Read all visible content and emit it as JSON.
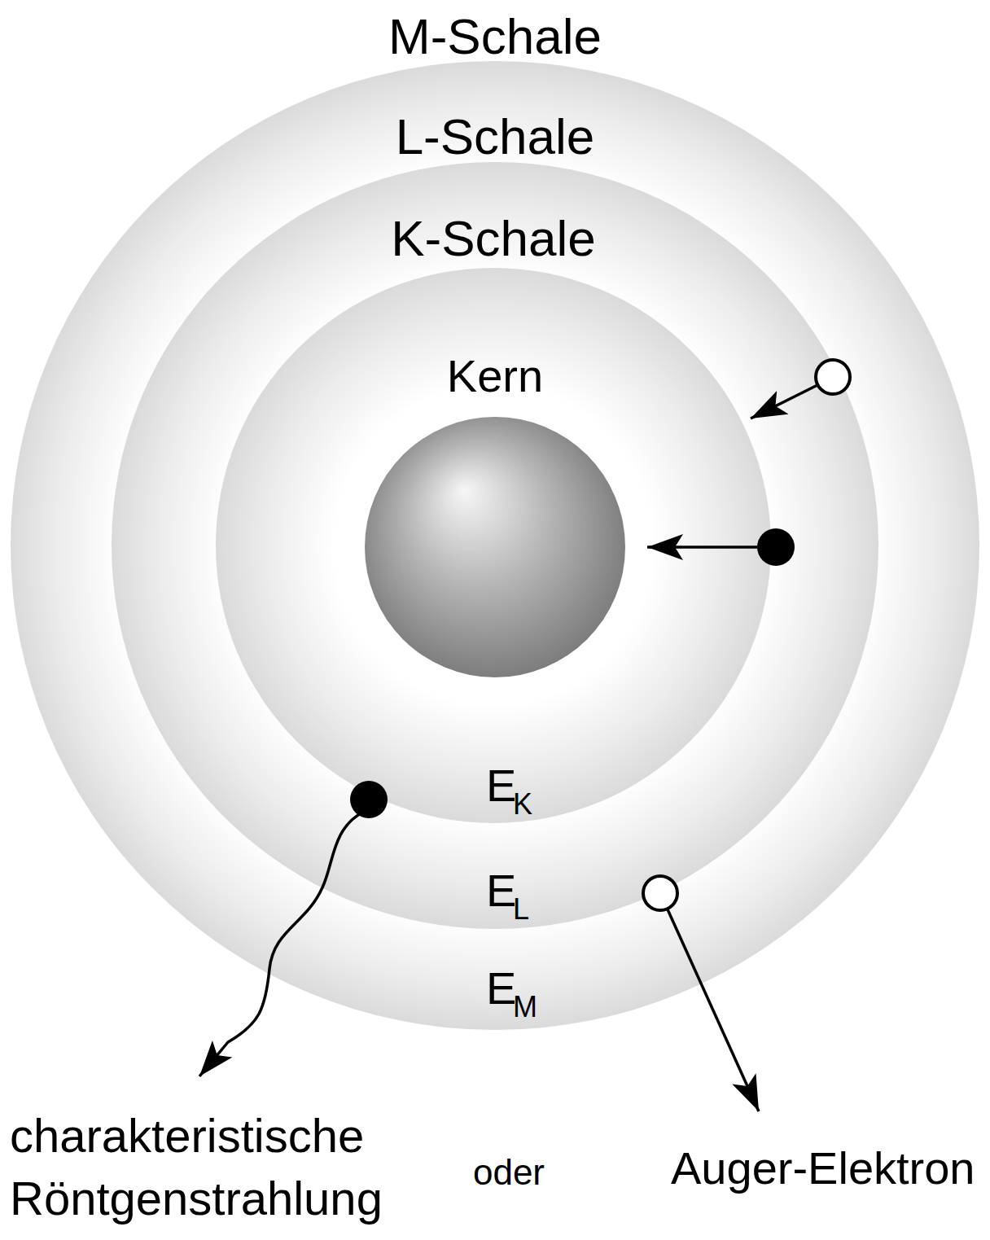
{
  "diagram": {
    "nodes": [
      {
        "text": [
          "M-Schale"
        ]
      },
      {
        "text": [
          "L-Schale"
        ],
        "in": 0
      },
      {
        "text": [
          "K-Schale"
        ],
        "in": 1
      },
      {
        "text": [
          "Kern"
        ],
        "in": 2
      }
    ],
    "labels": [
      "E",
      "K",
      "E",
      "L",
      "E",
      "M",
      "charakteristische Röntgenstrahlung",
      "oder",
      "Auger-Elektron"
    ]
  }
}
